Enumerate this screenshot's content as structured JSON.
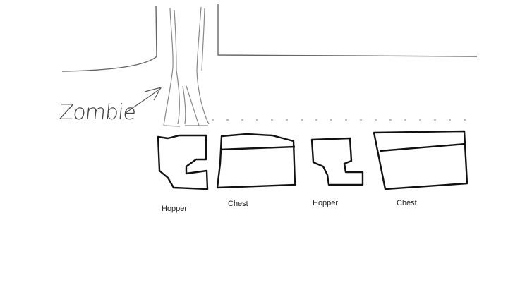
{
  "annotation": {
    "text": "Zombie"
  },
  "blocks": [
    {
      "kind": "hopper",
      "label": "Hopper"
    },
    {
      "kind": "chest",
      "label": "Chest"
    },
    {
      "kind": "hopper",
      "label": "Hopper"
    },
    {
      "kind": "chest",
      "label": "Chest"
    }
  ],
  "colors": {
    "ink": "#111111",
    "sketch": "#555555",
    "background": "#ffffff"
  }
}
